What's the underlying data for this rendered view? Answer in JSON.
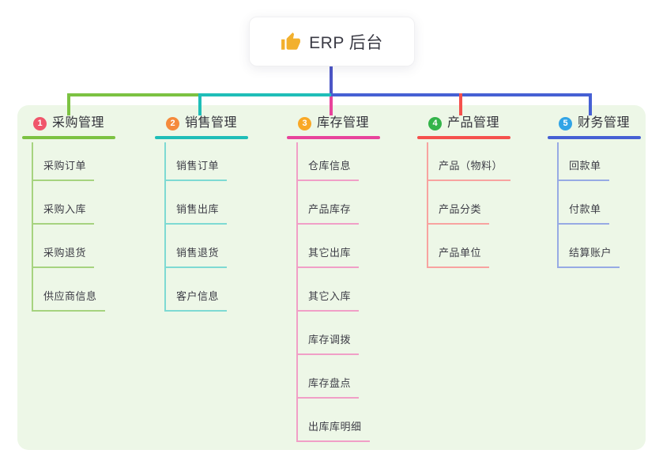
{
  "root": {
    "label": "ERP 后台",
    "icon": "thumbs-up-icon",
    "line_color": "#4c56c6"
  },
  "panel": {
    "background": "#edf7e7"
  },
  "branches": [
    {
      "num": "1",
      "title": "采购管理",
      "badge_color": "#f0566b",
      "line_color": "#7cc242",
      "child_line_color": "#a6d37f",
      "children": [
        "采购订单",
        "采购入库",
        "采购退货",
        "供应商信息"
      ]
    },
    {
      "num": "2",
      "title": "销售管理",
      "badge_color": "#f58a3c",
      "line_color": "#1fbeb8",
      "child_line_color": "#7edad3",
      "children": [
        "销售订单",
        "销售出库",
        "销售退货",
        "客户信息"
      ]
    },
    {
      "num": "3",
      "title": "库存管理",
      "badge_color": "#f9a826",
      "line_color": "#e8439b",
      "child_line_color": "#f19fc7",
      "children": [
        "仓库信息",
        "产品库存",
        "其它出库",
        "其它入库",
        "库存调拨",
        "库存盘点",
        "出库库明细"
      ]
    },
    {
      "num": "4",
      "title": "产品管理",
      "badge_color": "#33b44a",
      "line_color": "#f5514d",
      "child_line_color": "#f8a3a0",
      "children": [
        "产品（物料）",
        "产品分类",
        "产品单位"
      ]
    },
    {
      "num": "5",
      "title": "财务管理",
      "badge_color": "#31a4e6",
      "line_color": "#4660d4",
      "child_line_color": "#97aae4",
      "children": [
        "回款单",
        "付款单",
        "结算账户"
      ]
    }
  ]
}
